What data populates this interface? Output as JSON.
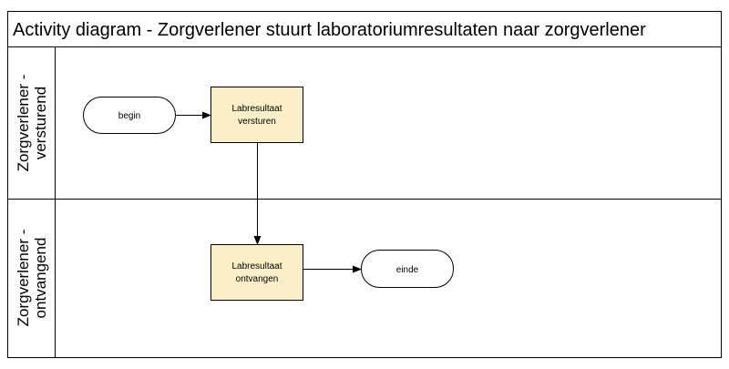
{
  "diagram": {
    "title": "Activity diagram - Zorgverlener stuurt laboratoriumresultaten naar zorgverlener",
    "lanes": [
      {
        "line1": "Zorgverlener -",
        "line2": "versturend"
      },
      {
        "line1": "Zorgverlener -",
        "line2": "ontvangend"
      }
    ],
    "nodes": {
      "begin": "begin",
      "send_line1": "Labresultaat",
      "send_line2": "versturen",
      "receive_line1": "Labresultaat",
      "receive_line2": "ontvangen",
      "end": "einde"
    }
  },
  "colors": {
    "activity_fill": "#fbefc8",
    "stroke": "#000000",
    "background": "#ffffff"
  }
}
